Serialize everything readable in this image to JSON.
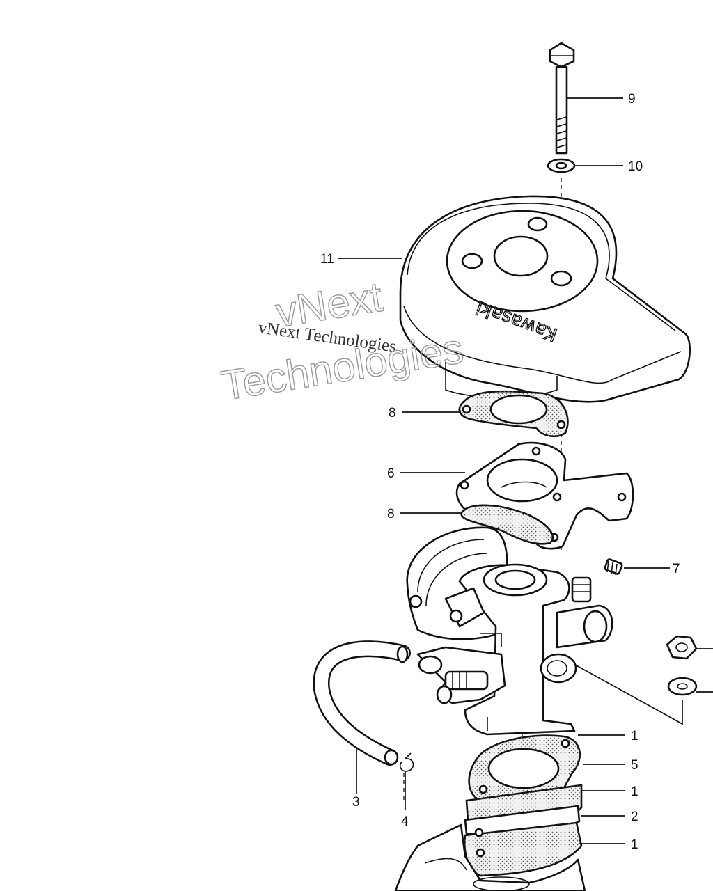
{
  "watermark": {
    "line_small": "vNext Technologies",
    "line_large_1": "vNext",
    "line_large_2": "Technologies"
  },
  "brand_logo": "Kawasaki",
  "callouts": {
    "c9": "9",
    "c10": "10",
    "c11": "11",
    "c8_upper": "8",
    "c6": "6",
    "c8_lower": "8",
    "c7": "7",
    "c1_a": "1",
    "c5": "5",
    "c1_b": "1",
    "c2": "2",
    "c1_c": "1",
    "c3": "3",
    "c4": "4"
  }
}
